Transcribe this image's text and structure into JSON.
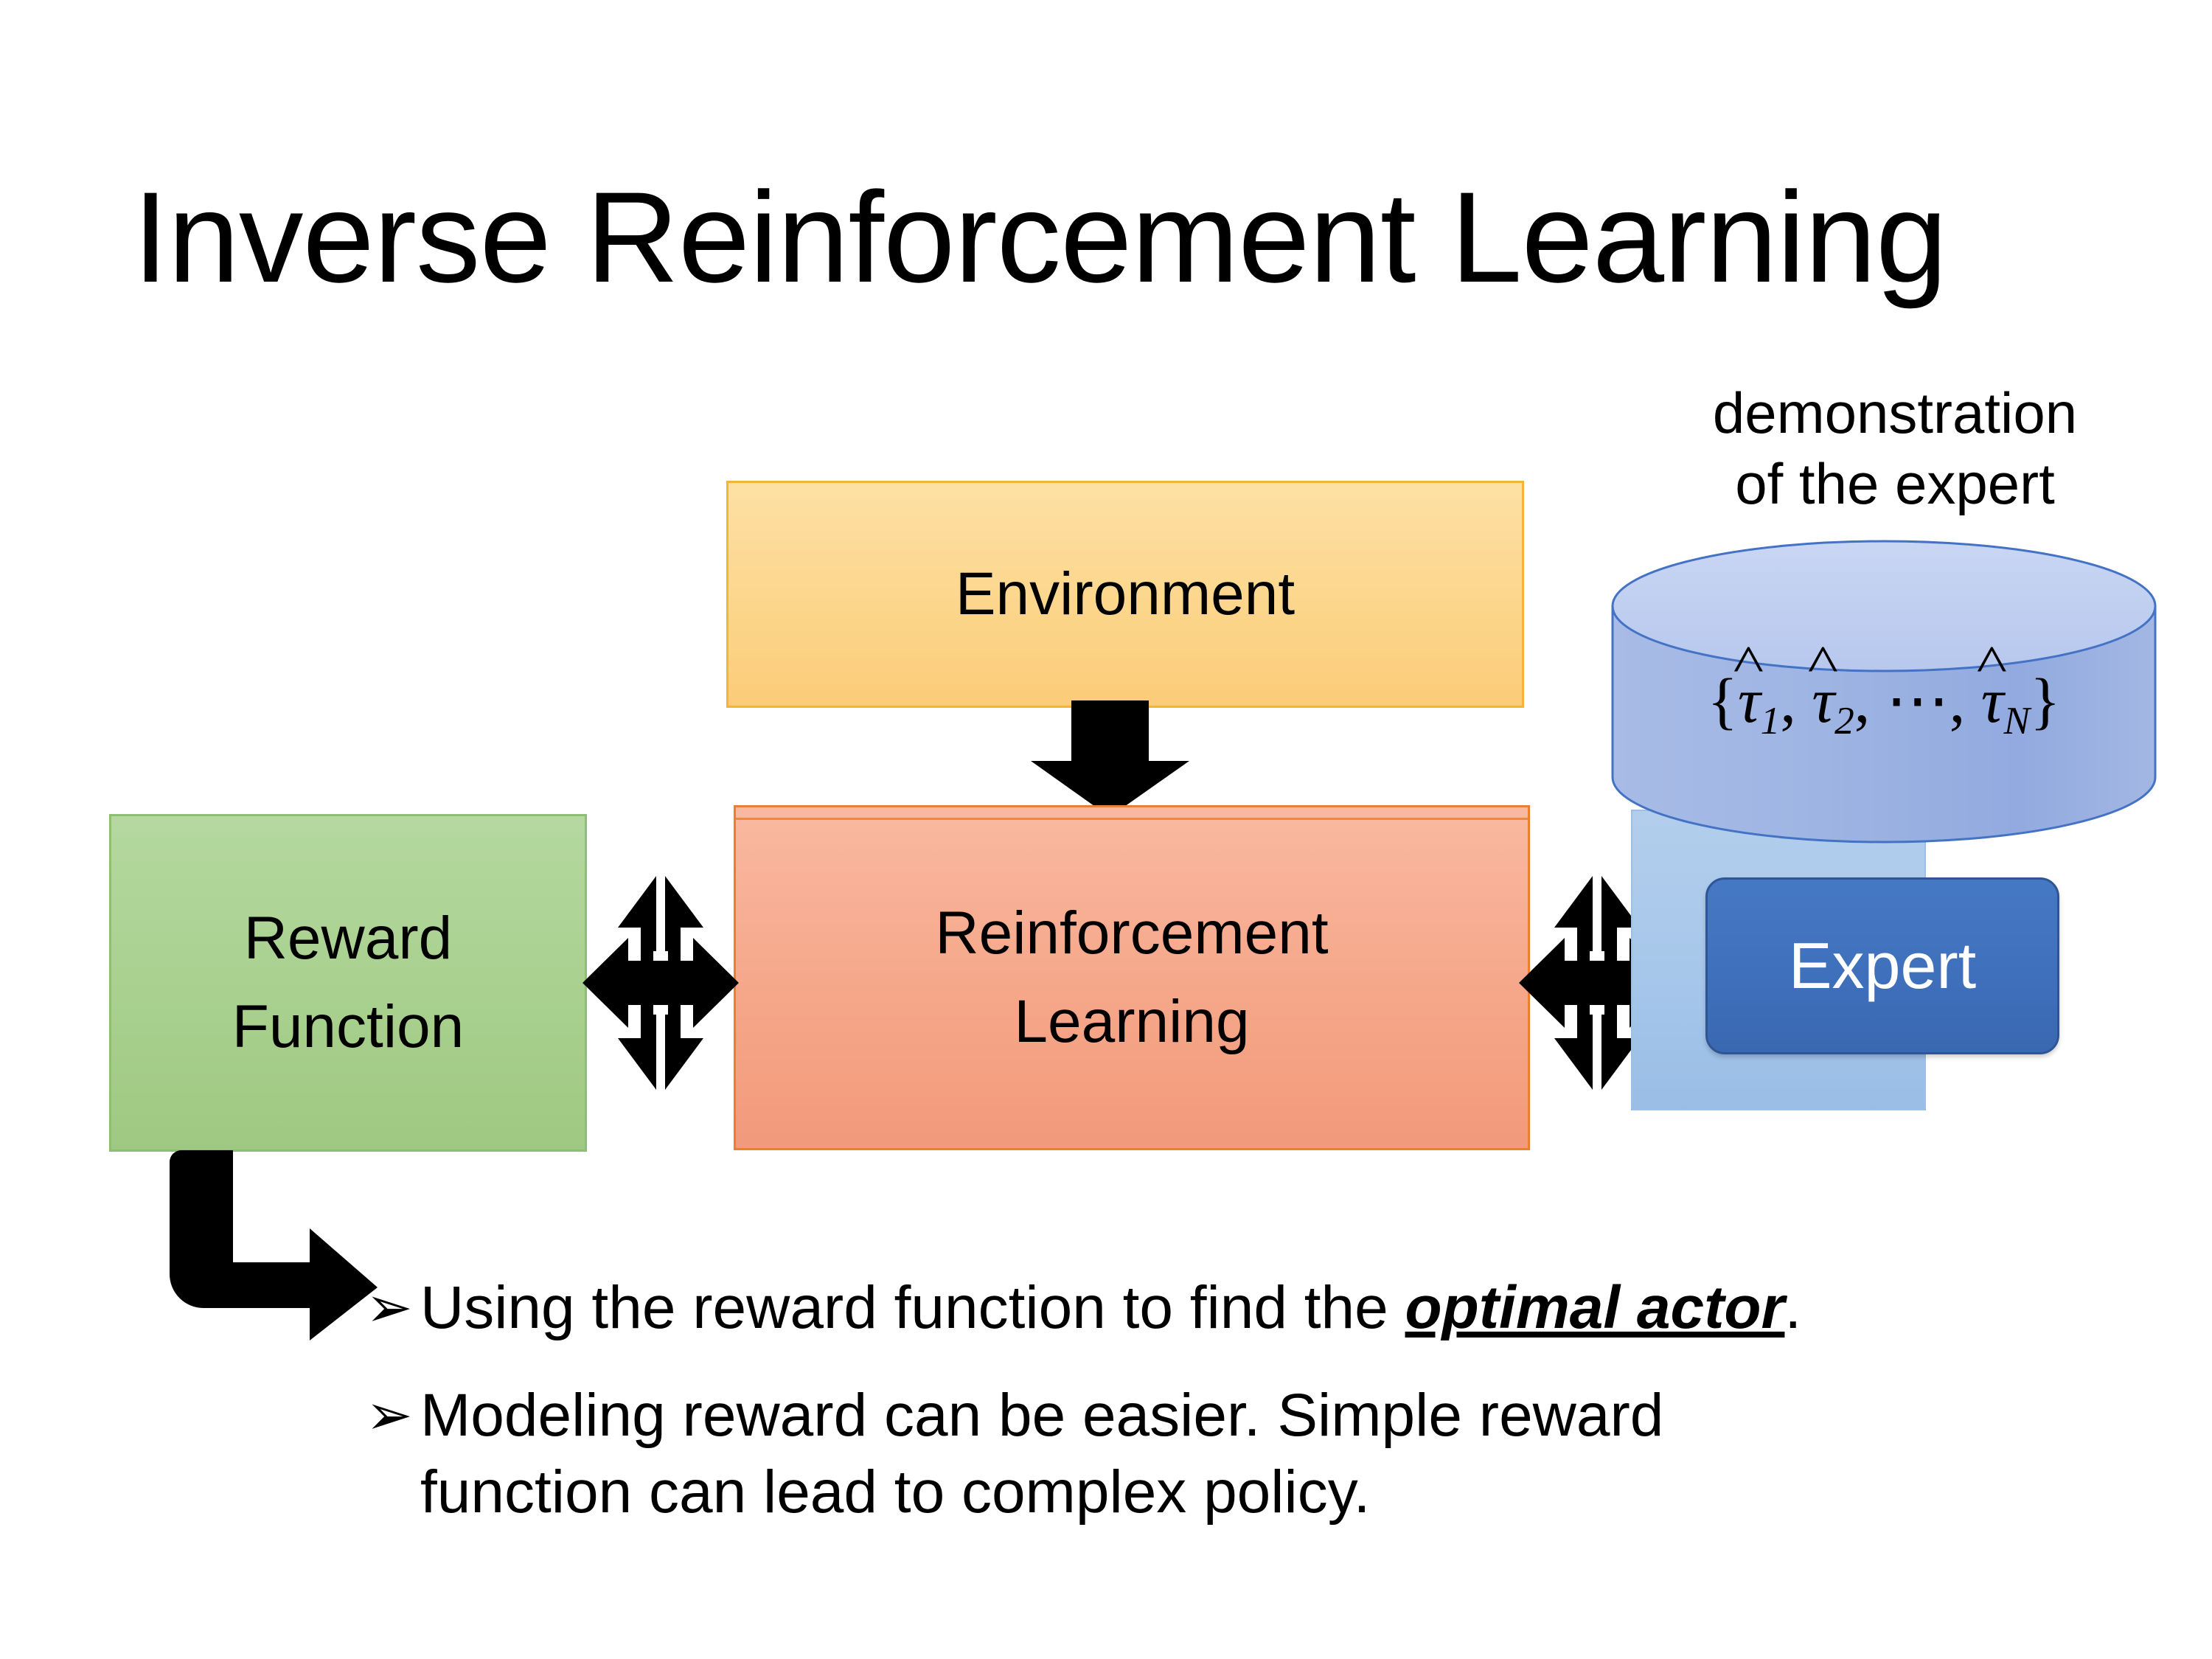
{
  "title": "Inverse Reinforcement Learning",
  "boxes": {
    "environment": {
      "label": "Environment",
      "fill": "#FCD68C",
      "border": "#F2B537"
    },
    "reinforcement_learning": {
      "label": "Reinforcement\nLearning",
      "fill": "#F6A88B",
      "border": "#ED7D31"
    },
    "reward_function": {
      "label": "Reward\nFunction",
      "fill": "#A9D08E",
      "border": "#8CBF74"
    },
    "expert": {
      "label": "Expert",
      "fill": "#3F6FBA",
      "border": "#2F5597",
      "text_color": "#FFFFFF"
    },
    "expert_panel": {
      "fill": "#A5C6EA",
      "border": "#9CC0E6"
    }
  },
  "demonstration": {
    "caption": "demonstration\nof the expert",
    "cylinder": {
      "fill": "#9FB5E3",
      "top_fill": "#C3D2F0",
      "border": "#4472C4",
      "formula_plain": "{τ̂1, τ̂2, ⋯, τ̂N}",
      "formula_parts": {
        "open": "{",
        "tau": "τ",
        "sub1": "1",
        "sub2": "2",
        "subN": "N",
        "comma": ",",
        "ellipsis": "⋯",
        "close": "}"
      }
    }
  },
  "arrows": {
    "env_to_rl": "down-block-arrow",
    "reward_to_rl": "left-right-double-arrow",
    "rl_to_expert": "left-right-double-arrow",
    "reward_to_bullets": "bent-elbow-arrow",
    "color": "#000000"
  },
  "bullets": {
    "marker": "➢",
    "items": [
      {
        "pre": "Using the reward function to find the ",
        "emphasis": "optimal actor",
        "post": "."
      },
      {
        "pre": "Modeling reward can be easier. Simple reward\nfunction can lead to complex policy.",
        "emphasis": "",
        "post": ""
      }
    ]
  }
}
